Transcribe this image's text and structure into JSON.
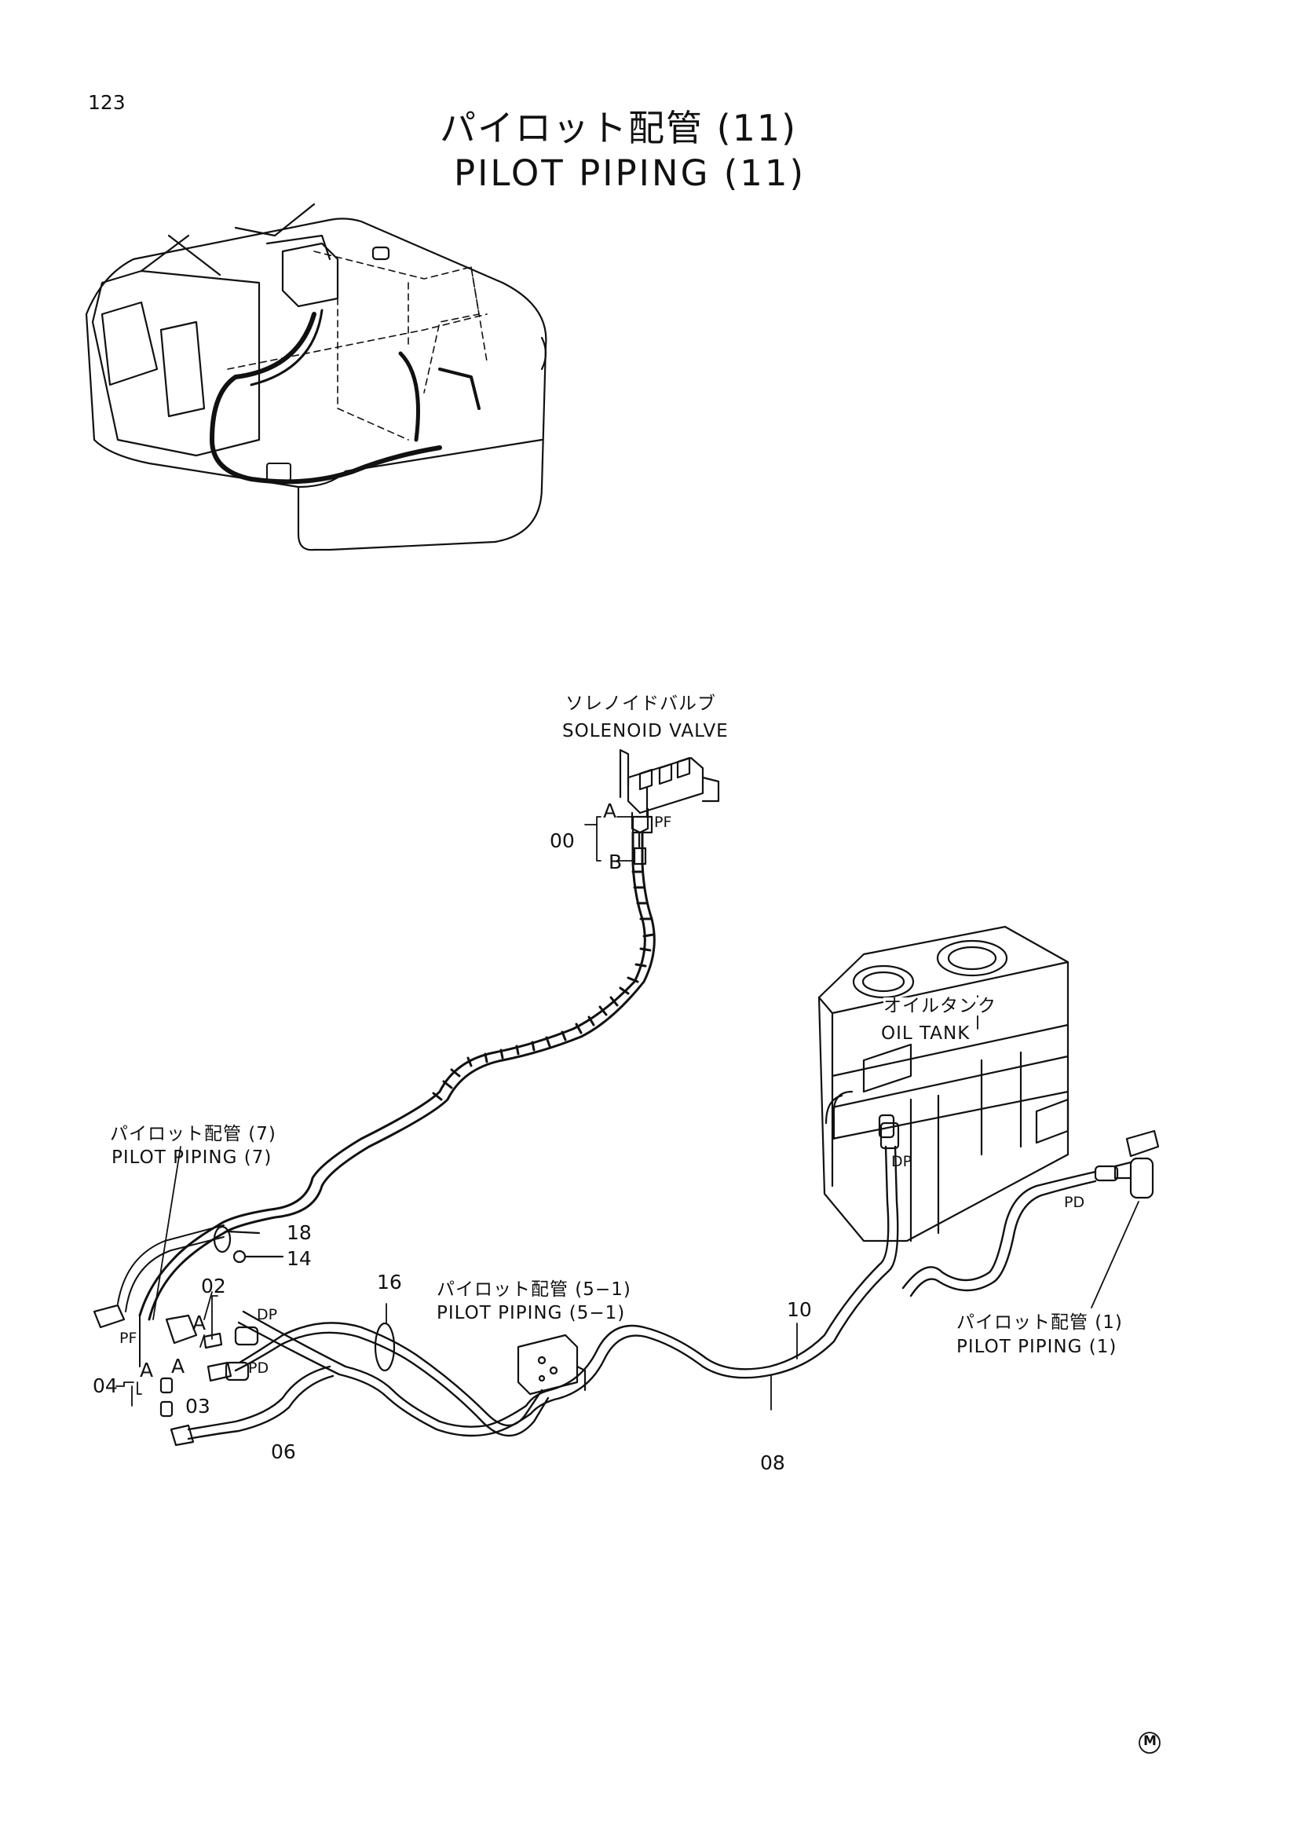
{
  "page": {
    "number": "123"
  },
  "title": {
    "japanese": "パイロット配管 (11)",
    "english": "PILOT PIPING (11)"
  },
  "labels": {
    "solenoid_jp": "ソレノイドバルブ",
    "solenoid_en": "SOLENOID VALVE",
    "oiltank_jp": "オイルタンク",
    "oiltank_en": "OIL TANK",
    "pp7_jp": "パイロット配管 (7)",
    "pp7_en": "PILOT PIPING (7)",
    "pp51_jp": "パイロット配管 (5−1)",
    "pp51_en": "PILOT PIPING (5−1)",
    "pp1_jp": "パイロット配管 (1)",
    "pp1_en": "PILOT PIPING (1)"
  },
  "callouts": {
    "c00": "00",
    "c02": "02",
    "c03": "03",
    "c04": "04",
    "c06": "06",
    "c08": "08",
    "c10": "10",
    "c14": "14",
    "c16": "16",
    "c18": "18",
    "a1": "A",
    "b1": "B",
    "a2": "A",
    "a3": "A",
    "a4": "A"
  },
  "ports": {
    "pf1": "PF",
    "pf2": "PF",
    "dp1": "DP",
    "dp2": "DP",
    "pd1": "PD",
    "pd2": "PD"
  },
  "mark": "M"
}
